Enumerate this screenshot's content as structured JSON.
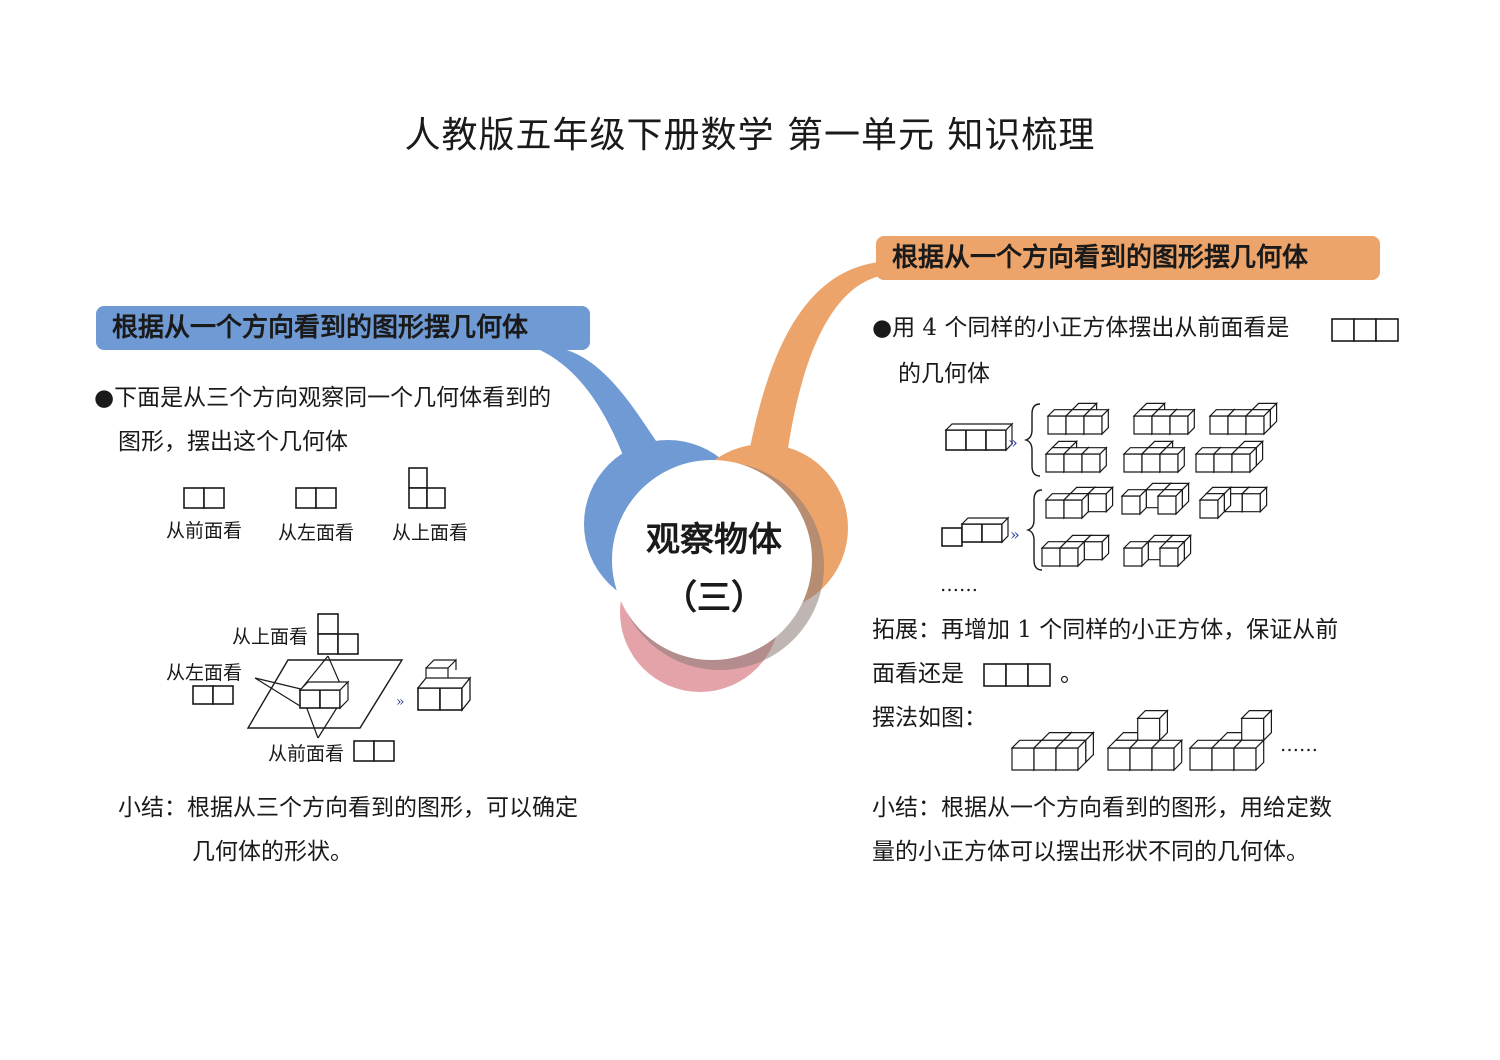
{
  "title": "人教版五年级下册数学  第一单元  知识梳理",
  "center": {
    "line1": "观察物体",
    "line2": "（三）"
  },
  "colors": {
    "blue": "#6f9ad4",
    "orange": "#eca46a",
    "pink": "#e4a3a8"
  },
  "left": {
    "banner": "根据从一个方向看到的图形摆几何体",
    "bullet_line1": "●下面是从三个方向观察同一个几何体看到的",
    "bullet_line2": "图形，摆出这个几何体",
    "view_front": "从前面看",
    "view_left": "从左面看",
    "view_top": "从上面看",
    "diagram_top": "从上面看",
    "diagram_left": "从左面看",
    "diagram_front": "从前面看",
    "summary_line1": "小结：根据从三个方向看到的图形，可以确定",
    "summary_line2": "几何体的形状。"
  },
  "right": {
    "banner": "根据从一个方向看到的图形摆几何体",
    "bullet_line1": "●用 4 个同样的小正方体摆出从前面看是",
    "bullet_line2": "的几何体",
    "ellipsis1": "……",
    "ext_line1": "拓展：再增加 1 个同样的小正方体，保证从前",
    "ext_line2": "面看还是",
    "ext_period": "。",
    "method": "摆法如图：",
    "ellipsis2": "……",
    "summary_line1": "小结：根据从一个方向看到的图形，用给定数",
    "summary_line2": "量的小正方体可以摆出形状不同的几何体。"
  }
}
